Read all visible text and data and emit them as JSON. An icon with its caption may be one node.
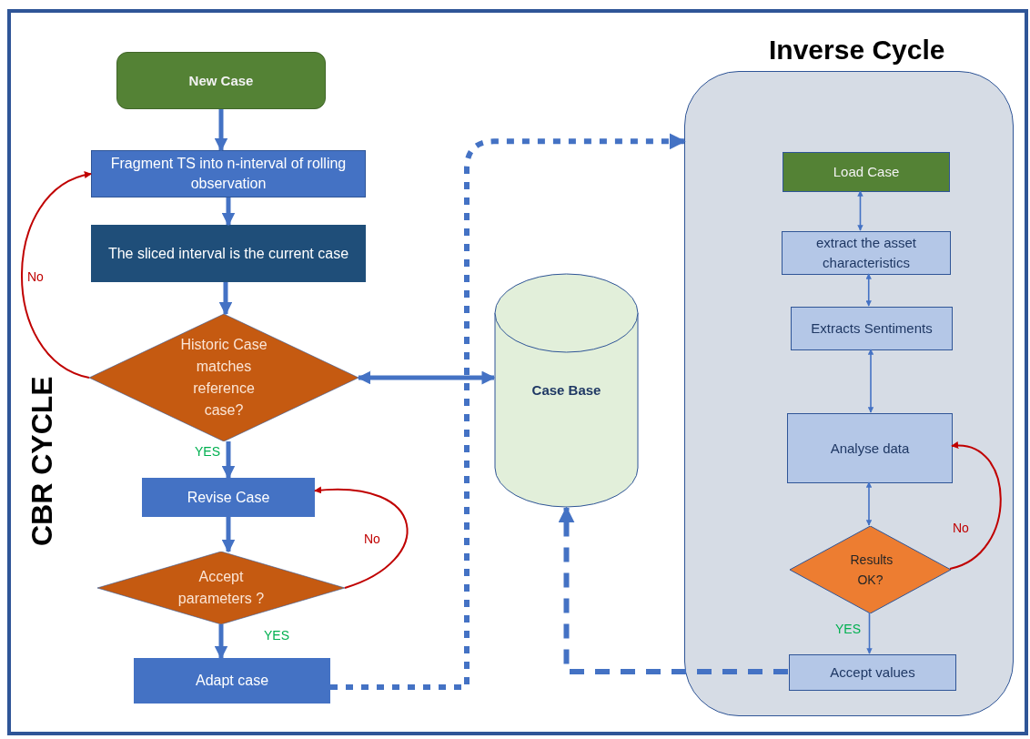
{
  "diagram": {
    "nodes": [
      {
        "text": [
          "New Case"
        ]
      },
      {
        "text": [
          "Fragment TS into n-interval of rolling observation"
        ]
      },
      {
        "text": [
          "The sliced interval is the current case"
        ]
      },
      {
        "text": [
          "Historic Case matches reference case?"
        ]
      },
      {
        "text": [
          "Revise Case"
        ]
      },
      {
        "text": [
          "Accept parameters ?"
        ]
      },
      {
        "text": [
          "Adapt case"
        ]
      },
      {
        "text": [
          "Case Base"
        ]
      },
      {
        "text": [
          "Inverse Cycle"
        ]
      },
      {
        "text": [
          "Load Case"
        ],
        "in": 8
      },
      {
        "text": [
          "extract the asset characteristics"
        ],
        "in": 8
      },
      {
        "text": [
          "Extracts Sentiments"
        ],
        "in": 8
      },
      {
        "text": [
          "Analyse data"
        ],
        "in": 8
      },
      {
        "text": [
          "Results OK?"
        ],
        "in": 8
      },
      {
        "text": [
          "Accept  values"
        ],
        "in": 8
      }
    ],
    "edges": [
      {
        "from": 0,
        "to": 1,
        "arrow": "to"
      },
      {
        "from": 1,
        "to": 2,
        "arrow": "to"
      },
      {
        "from": 2,
        "to": 3,
        "arrow": "to"
      },
      {
        "from": 3,
        "to": 1,
        "arrow": "to",
        "label": "No",
        "color": "#c00000"
      },
      {
        "from": 3,
        "to": 7,
        "arrow": "both"
      },
      {
        "from": 3,
        "to": 4,
        "arrow": "to",
        "label": "YES"
      },
      {
        "from": 4,
        "to": 5,
        "arrow": "to"
      },
      {
        "from": 5,
        "to": 4,
        "arrow": "to",
        "label": "No",
        "color": "#c00000"
      },
      {
        "from": 5,
        "to": 6,
        "arrow": "to",
        "label": "YES"
      },
      {
        "from": 6,
        "to": 8,
        "arrow": "to",
        "style": "dashed"
      },
      {
        "from": 14,
        "to": 7,
        "arrow": "to",
        "style": "dashed"
      },
      {
        "from": 9,
        "to": 10,
        "arrow": "both"
      },
      {
        "from": 10,
        "to": 11,
        "arrow": "both"
      },
      {
        "from": 11,
        "to": 12,
        "arrow": "both"
      },
      {
        "from": 12,
        "to": 13,
        "arrow": "both"
      },
      {
        "from": 13,
        "to": 12,
        "arrow": "to",
        "label": "No",
        "color": "#c00000"
      },
      {
        "from": 13,
        "to": 14,
        "arrow": "to",
        "label": "YES"
      }
    ],
    "labels": [
      "CBR CYCLE"
    ]
  }
}
